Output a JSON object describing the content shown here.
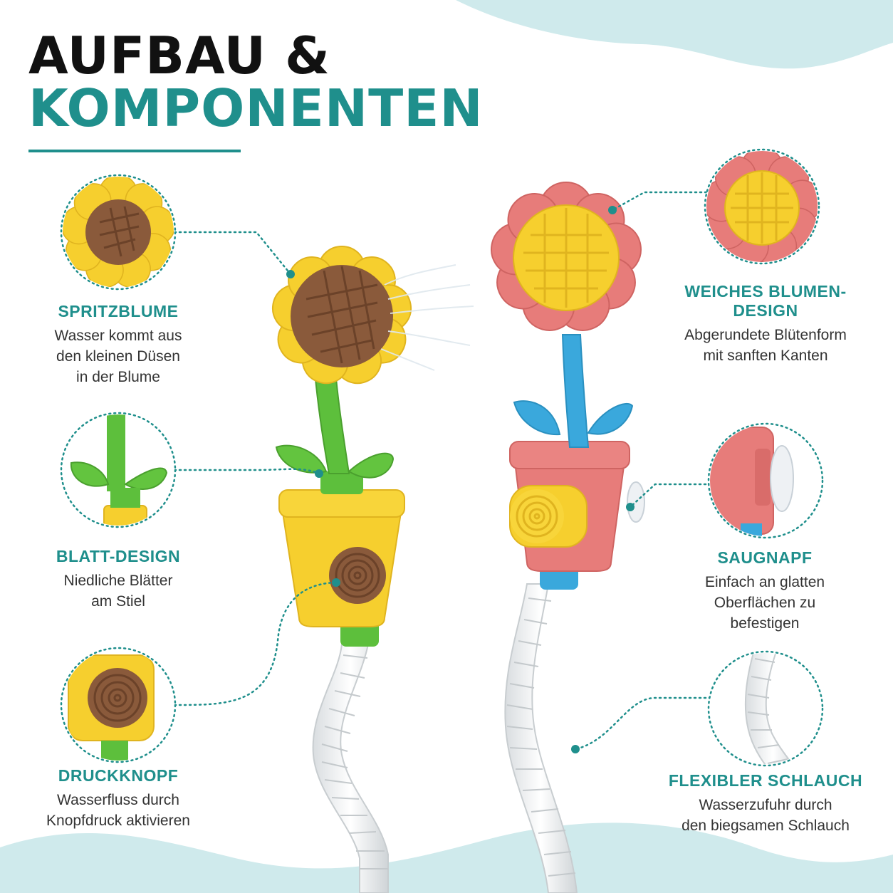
{
  "title": {
    "line1": "AUFBAU &",
    "line2": "KOMPONENTEN"
  },
  "colors": {
    "accent": "#1f8f8c",
    "wave": "#cfeaec",
    "yellow": "#f6cf2e",
    "brown": "#8a5a3b",
    "pink": "#e77c7a",
    "blue": "#3aa8dc",
    "green": "#5dbf3c"
  },
  "features": [
    {
      "id": "spritzblume",
      "heading": "SPRITZBLUME",
      "lines": [
        "Wasser kommt aus",
        "den kleinen Düsen",
        "in der Blume"
      ],
      "icon": "sunflower-closeup-icon"
    },
    {
      "id": "blatt",
      "heading": "BLATT-DESIGN",
      "lines": [
        "Niedliche Blätter",
        "am Stiel"
      ],
      "icon": "leaf-stem-icon"
    },
    {
      "id": "druckknopf",
      "heading": "DRUCKKNOPF",
      "lines": [
        "Wasserfluss durch",
        "Knopfdruck aktivieren"
      ],
      "icon": "spiral-button-icon"
    },
    {
      "id": "blumen-design",
      "heading": "WEICHES BLUMEN-DESIGN",
      "lines": [
        "Abgerundete Blütenform",
        "mit sanften Kanten"
      ],
      "icon": "pink-flower-closeup-icon"
    },
    {
      "id": "saugnapf",
      "heading": "SAUGNAPF",
      "lines": [
        "Einfach an glatten",
        "Oberflächen zu",
        "befestigen"
      ],
      "icon": "suction-cup-icon"
    },
    {
      "id": "schlauch",
      "heading": "FLEXIBLER SCHLAUCH",
      "lines": [
        "Wasserzufuhr durch",
        "den biegsamen Schlauch"
      ],
      "icon": "hose-icon"
    }
  ]
}
